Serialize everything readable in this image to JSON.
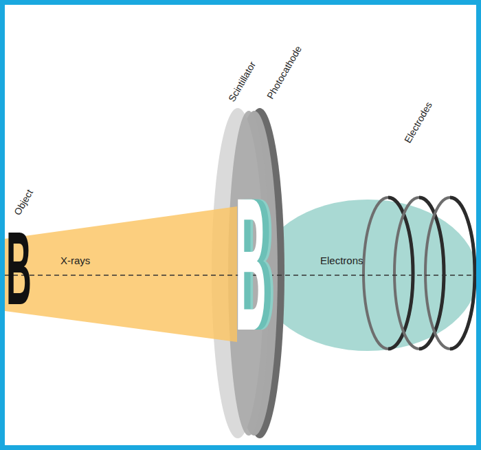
{
  "diagram": {
    "labels": [
      "Object",
      "Scintillator",
      "Photocathode",
      "Electrodes",
      "B",
      "X-rays",
      "B",
      "Electrons"
    ]
  }
}
